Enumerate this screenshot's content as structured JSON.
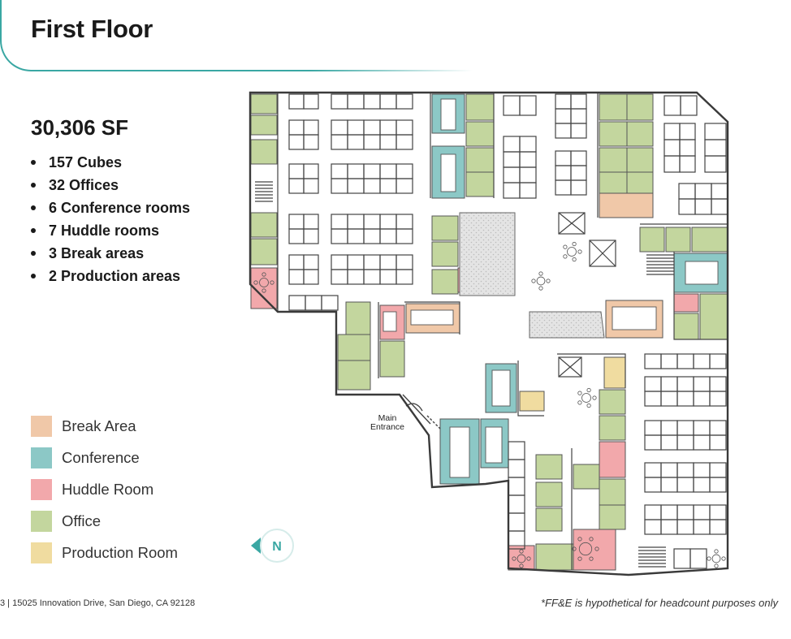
{
  "header": {
    "title": "First Floor"
  },
  "summary": {
    "area": "30,306 SF",
    "stats": [
      "157 Cubes",
      "32 Offices",
      "6 Conference rooms",
      "7 Huddle rooms",
      "3 Break areas",
      "2 Production areas"
    ]
  },
  "legend": {
    "items": [
      {
        "label": "Break Area",
        "color": "#f0c8a8"
      },
      {
        "label": "Conference",
        "color": "#8cc8c6"
      },
      {
        "label": "Huddle Room",
        "color": "#f2a8ab"
      },
      {
        "label": "Office",
        "color": "#c3d69e"
      },
      {
        "label": "Production Room",
        "color": "#f0dca0"
      }
    ]
  },
  "compass": {
    "label": "N"
  },
  "floorplan": {
    "entrance_label": "Main Entrance",
    "entrance_line1": "Main",
    "entrance_line2": "Entrance"
  },
  "footer": {
    "page_number": "3",
    "address": "15025 Innovation Drive, San Diego, CA 92128",
    "disclaimer": "*FF&E is hypothetical for headcount purposes only"
  },
  "colors": {
    "accent": "#3aa7a3",
    "wall": "#444444"
  }
}
